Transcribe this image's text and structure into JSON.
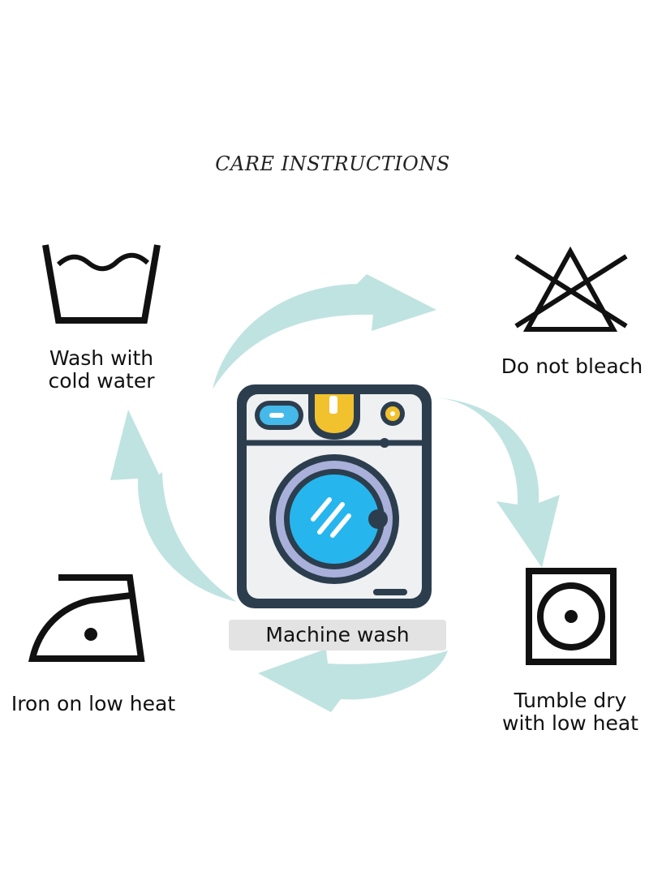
{
  "title": "CARE INSTRUCTIONS",
  "center": {
    "label": "Machine wash",
    "icon": "washing-machine-icon"
  },
  "steps": [
    {
      "label": "Wash with\ncold water",
      "icon": "wash-basin-icon"
    },
    {
      "label": "Do not bleach",
      "icon": "no-bleach-icon"
    },
    {
      "label": "Tumble dry\nwith low heat",
      "icon": "tumble-dry-icon"
    },
    {
      "label": "Iron on low heat",
      "icon": "iron-icon"
    }
  ],
  "colors": {
    "arrow": "#bfe3e1",
    "outline": "#2c3e4e",
    "machine_body": "#eef0f2",
    "drum_ring": "#a9b1da",
    "drum_glass": "#27b5ee",
    "accent_yellow": "#f2c12e",
    "button_blue": "#45b9ea",
    "label_bg": "#e3e3e3"
  }
}
